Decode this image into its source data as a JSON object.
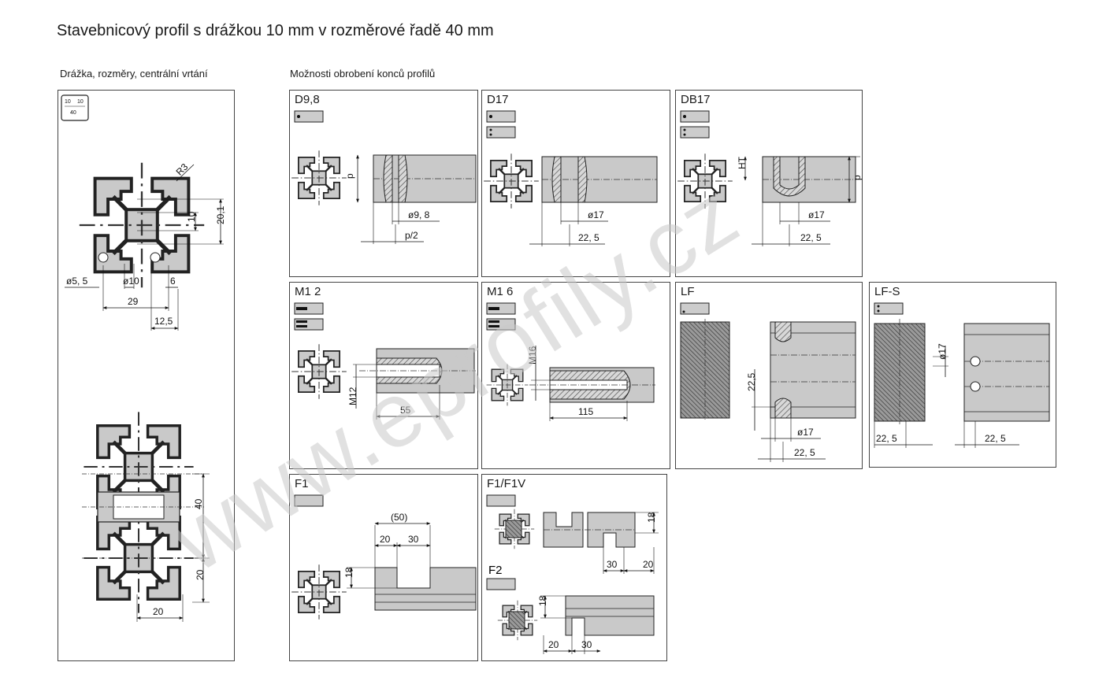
{
  "title": "Stavebnicový profil s drážkou 10 mm v rozměrové řadě 40 mm",
  "left_section": {
    "heading": "Drážka, rozměry, centrální vrtání",
    "badge": [
      "10",
      "10",
      "40"
    ],
    "dims": {
      "r3": "R3",
      "d55": "ø5, 5",
      "d10": "ø10",
      "v6": "6",
      "v29": "29",
      "v125": "12,5",
      "v10": "10",
      "v201": "20,1",
      "v40": "40",
      "v20a": "20",
      "v20b": "20"
    }
  },
  "right_section": {
    "heading": "Možnosti obrobení konců profilů",
    "panels": [
      {
        "id": "d98",
        "label": "D9,8",
        "dims": [
          "p",
          "ø9, 8",
          "p/2"
        ]
      },
      {
        "id": "d17",
        "label": "D17",
        "dims": [
          "ø17",
          "22, 5"
        ]
      },
      {
        "id": "db17",
        "label": "DB17",
        "dims": [
          "HT",
          "p",
          "ø17",
          "22, 5"
        ]
      },
      {
        "id": "m12",
        "label": "M1 2",
        "dims": [
          "M12",
          "55"
        ]
      },
      {
        "id": "m16",
        "label": "M1 6",
        "dims": [
          "M16",
          "115"
        ]
      },
      {
        "id": "lf",
        "label": "LF",
        "dims": [
          "22,5",
          "ø17",
          "22, 5"
        ]
      },
      {
        "id": "lfs",
        "label": "LF-S",
        "dims": [
          "ø17",
          "22, 5",
          "22, 5"
        ]
      },
      {
        "id": "f1",
        "label": "F1",
        "dims": [
          "(50)",
          "20",
          "30",
          "18"
        ]
      },
      {
        "id": "f1v",
        "label": "F1/F1V",
        "label2": "F2",
        "dims": [
          "18",
          "30",
          "20",
          "18",
          "20",
          "30"
        ]
      }
    ]
  },
  "watermark": "www.eprofily.cz",
  "colors": {
    "hatch": "#6a6a6a",
    "profile_fill": "#c9c9c9",
    "line": "#1a1a1a",
    "watermark": "#cfcfcf"
  }
}
